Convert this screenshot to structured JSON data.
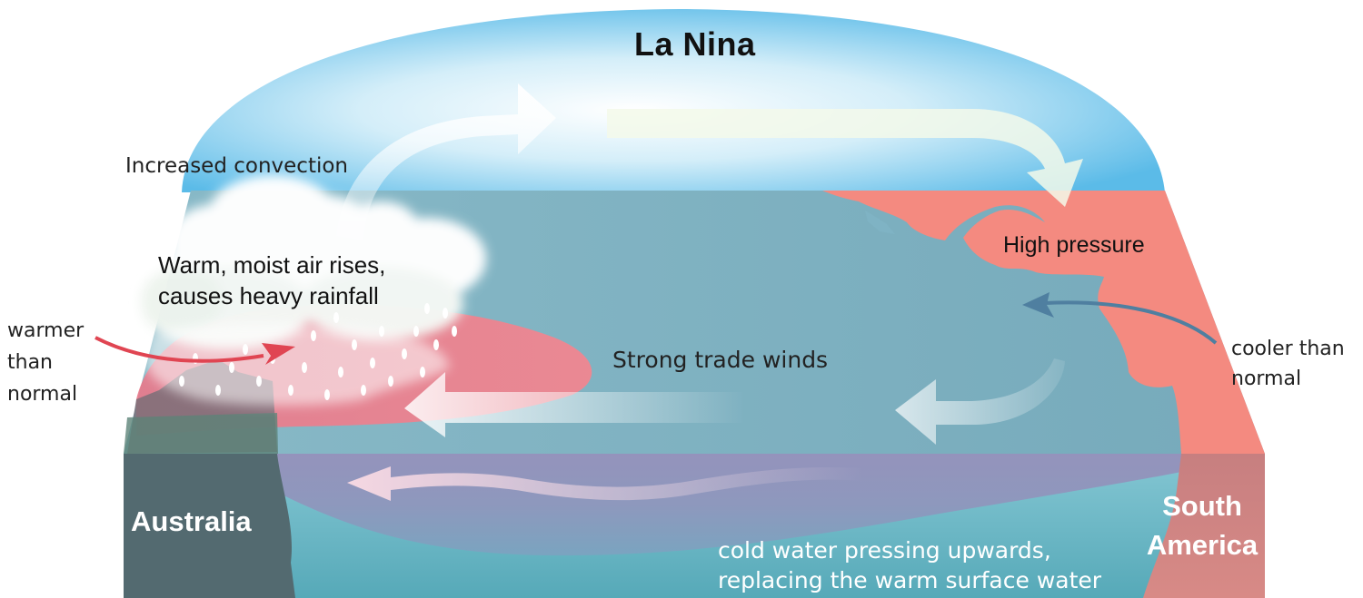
{
  "title": "La Nina",
  "labels": {
    "convection": "Increased convection",
    "warm_air_line1": "Warm, moist air rises,",
    "warm_air_line2": "causes heavy rainfall",
    "trade_winds": "Strong trade winds",
    "high_pressure": "High pressure",
    "warmer_line1": "warmer",
    "warmer_line2": "than",
    "warmer_line3": "normal",
    "cooler_line1": "cooler than",
    "cooler_line2": "normal",
    "australia": "Australia",
    "south_america_line1": "South",
    "south_america_line2": "America",
    "cold_water_line1": "cold water pressing upwards,",
    "cold_water_line2": "replacing the warm surface water"
  },
  "colors": {
    "sky": "#5bbbe8",
    "ocean_surface": "#7fb3c4",
    "ocean_front": "#8e9bbd",
    "deep_water": "#5fb0bd",
    "land": "#f48a80",
    "warm_pool": "#f47f8a",
    "australia_land": "#536a70",
    "warm_arrow": "#e04552",
    "cool_arrow": "#4f7fa0"
  },
  "icons": [
    "cloud-icon",
    "rain-icon",
    "wind-arrow-icon"
  ]
}
